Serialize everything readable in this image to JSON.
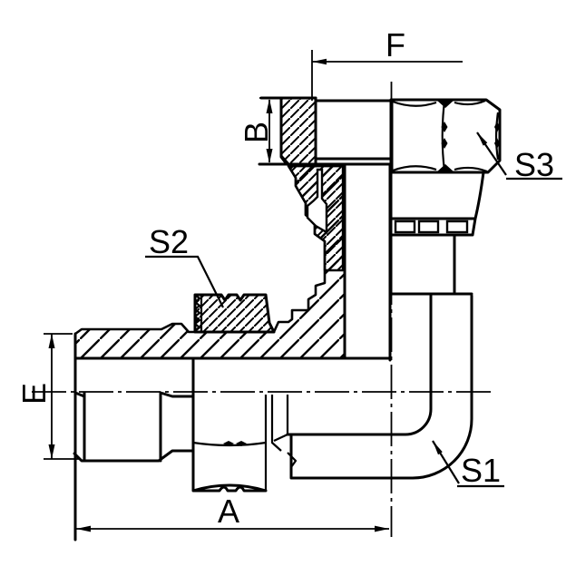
{
  "labels": {
    "f": "F",
    "b": "B",
    "s3": "S3",
    "s2": "S2",
    "e": "E",
    "a": "A",
    "s1": "S1"
  },
  "dimension_labels": [
    "F",
    "B",
    "S3",
    "S2",
    "E",
    "A",
    "S1"
  ],
  "colors": {
    "line": "#000000",
    "background": "#ffffff"
  }
}
